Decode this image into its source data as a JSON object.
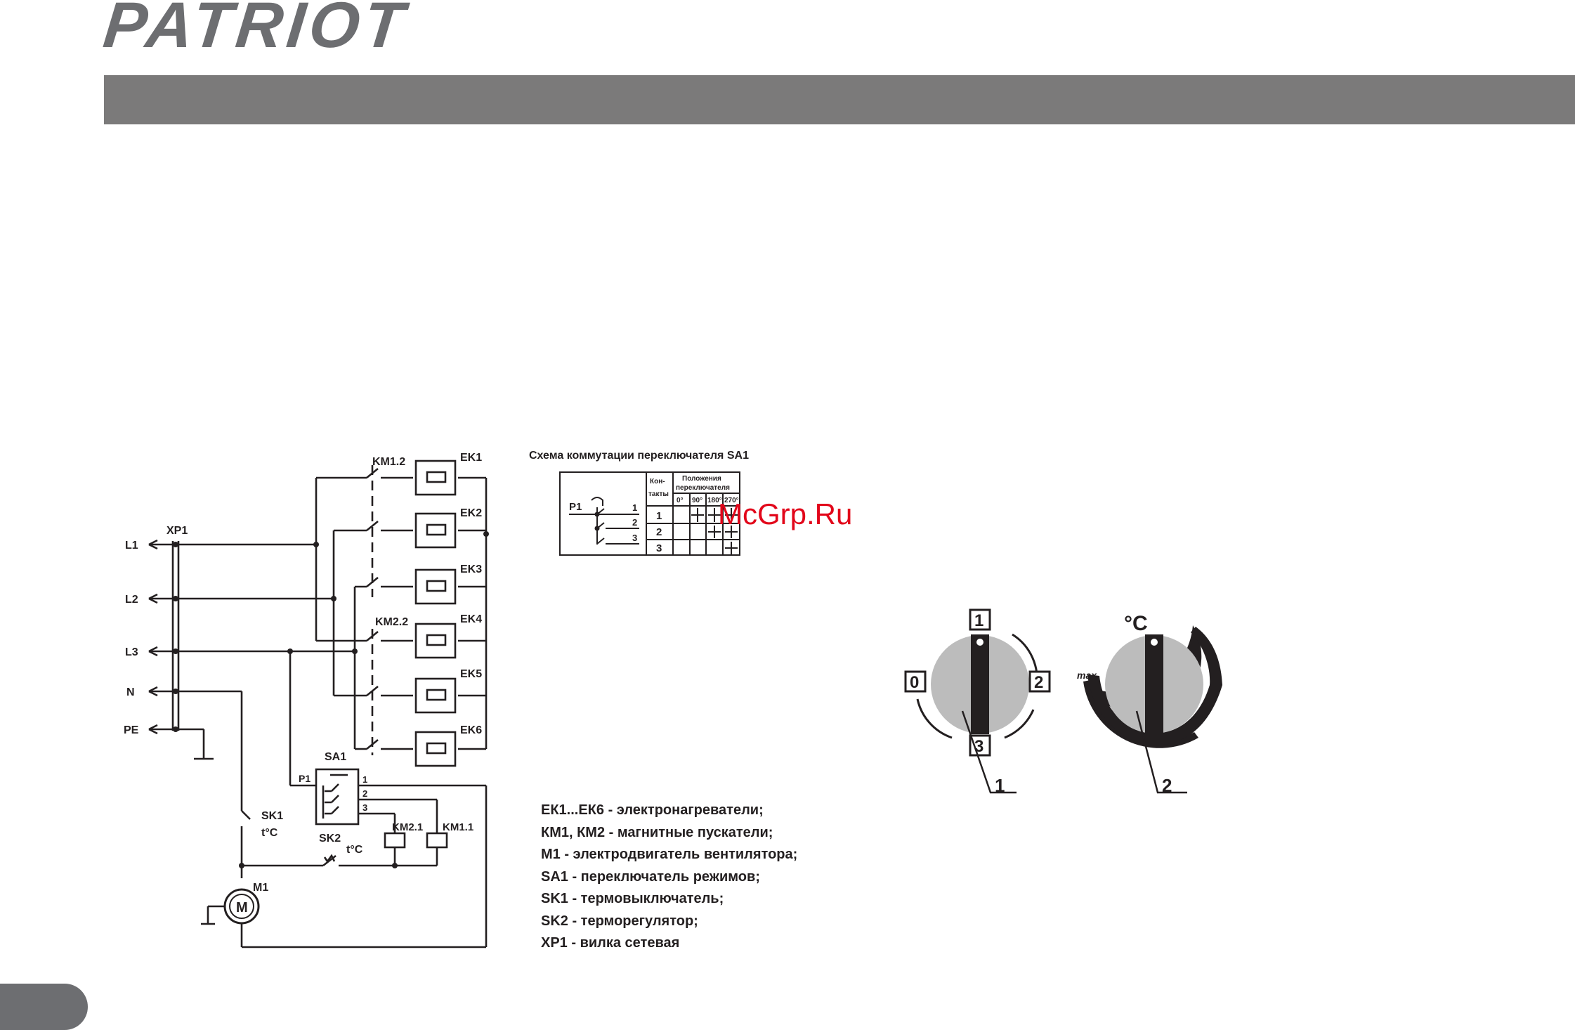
{
  "brand": "PATRIOT",
  "watermark": "McGrp.Ru",
  "circuit": {
    "plug": "XP1",
    "lines": [
      "L1",
      "L2",
      "L3",
      "N",
      "PE"
    ],
    "contactor1": "KM1.2",
    "contactor2": "KM2.2",
    "heaters": [
      "EK1",
      "EK2",
      "EK3",
      "EK4",
      "EK5",
      "EK6"
    ],
    "switch": "SA1",
    "switch_input": "P1",
    "switch_outputs": [
      "1",
      "2",
      "3"
    ],
    "thermal_cutout": "SK1",
    "thermal_cutout_unit": "t°C",
    "thermostat": "SK2",
    "thermostat_unit": "t°C",
    "coil1": "KM2.1",
    "coil2": "KM1.1",
    "motor": "M1",
    "motor_symbol": "M"
  },
  "switch_scheme": {
    "title": "Схема коммутации переключателя SA1",
    "contacts_header": [
      "Кон-",
      "такты"
    ],
    "positions_header": [
      "Положения",
      "переключателя"
    ],
    "angles": [
      "0°",
      "90°",
      "180°",
      "270°"
    ],
    "input": "P1",
    "rows": [
      {
        "contact": "1",
        "closed": [
          false,
          true,
          true,
          true
        ]
      },
      {
        "contact": "2",
        "closed": [
          false,
          false,
          true,
          true
        ]
      },
      {
        "contact": "3",
        "closed": [
          false,
          false,
          false,
          true
        ]
      }
    ]
  },
  "legend": [
    "ЕК1...ЕК6 - электронагреватели;",
    "КМ1, КМ2 - магнитные пускатели;",
    "М1 - электродвигатель вентилятора;",
    "SA1 - переключатель режимов;",
    "SK1 - термовыключатель;",
    "SK2 - терморегулятор;",
    "ХР1 - вилка сетевая"
  ],
  "knobs": {
    "mode_positions": [
      "0",
      "1",
      "2",
      "3"
    ],
    "thermostat_unit": "°C",
    "thermostat_max": "max",
    "callouts": [
      "1",
      "2"
    ]
  }
}
